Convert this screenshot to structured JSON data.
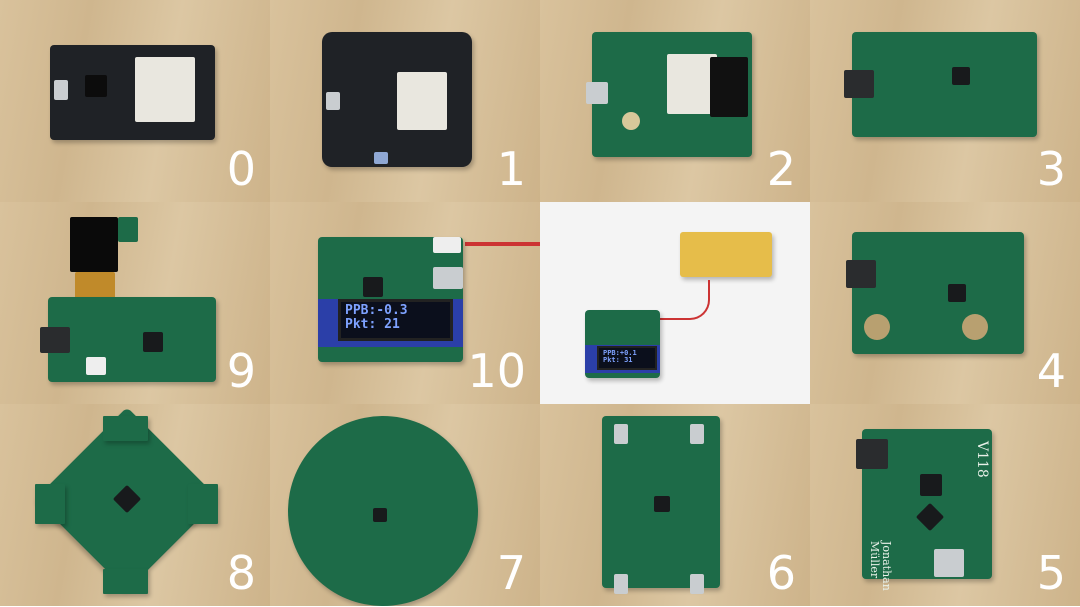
{
  "labels": [
    "0",
    "1",
    "2",
    "3",
    "9",
    "10",
    "4",
    "8",
    "7",
    "6",
    "5"
  ],
  "oled_large": {
    "line1": "PPB:-0.3",
    "line2": "Pkt: 21"
  },
  "oled_small": {
    "line1": "PPB:+0.1",
    "line2": "Pkt: 31"
  },
  "board5": {
    "version": "V118",
    "name_line1": "Jonathan",
    "name_line2": "Müller"
  },
  "colors": {
    "pcb_green": "#1d6b48",
    "pcb_black": "#1f2226",
    "label": "#ffffff",
    "oled_text": "#7ea2ff"
  }
}
